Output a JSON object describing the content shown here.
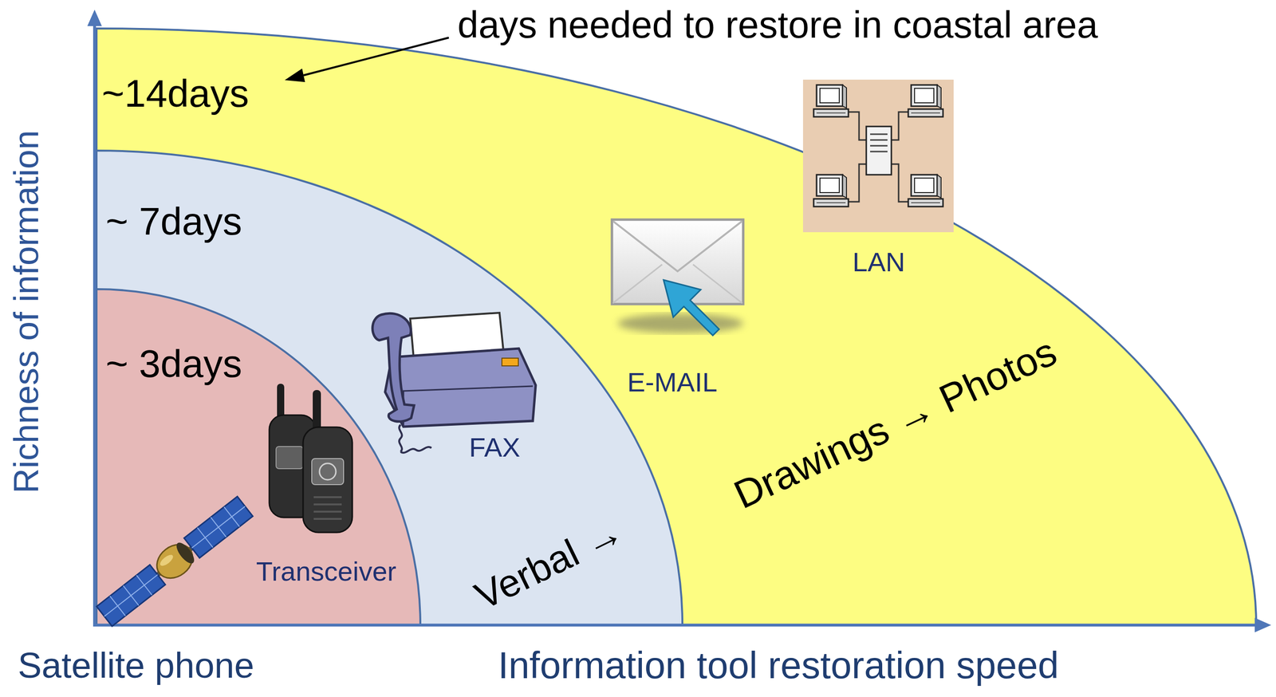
{
  "diagram": {
    "nodes": [
      {
        "text": [
          "~14days",
          "E-MAIL",
          "Drawings → Photos"
        ]
      },
      {
        "text": [
          "~ 7days",
          "FAX",
          "Verbal →"
        ],
        "in": 0
      },
      {
        "text": [
          "~ 3days",
          "Transceiver"
        ],
        "in": 1
      },
      {
        "text": [
          "LAN"
        ],
        "in": 0
      }
    ],
    "labels": [
      "days needed to restore in coastal area",
      "Richness of information",
      "Satellite phone",
      "Information tool restoration speed"
    ]
  }
}
